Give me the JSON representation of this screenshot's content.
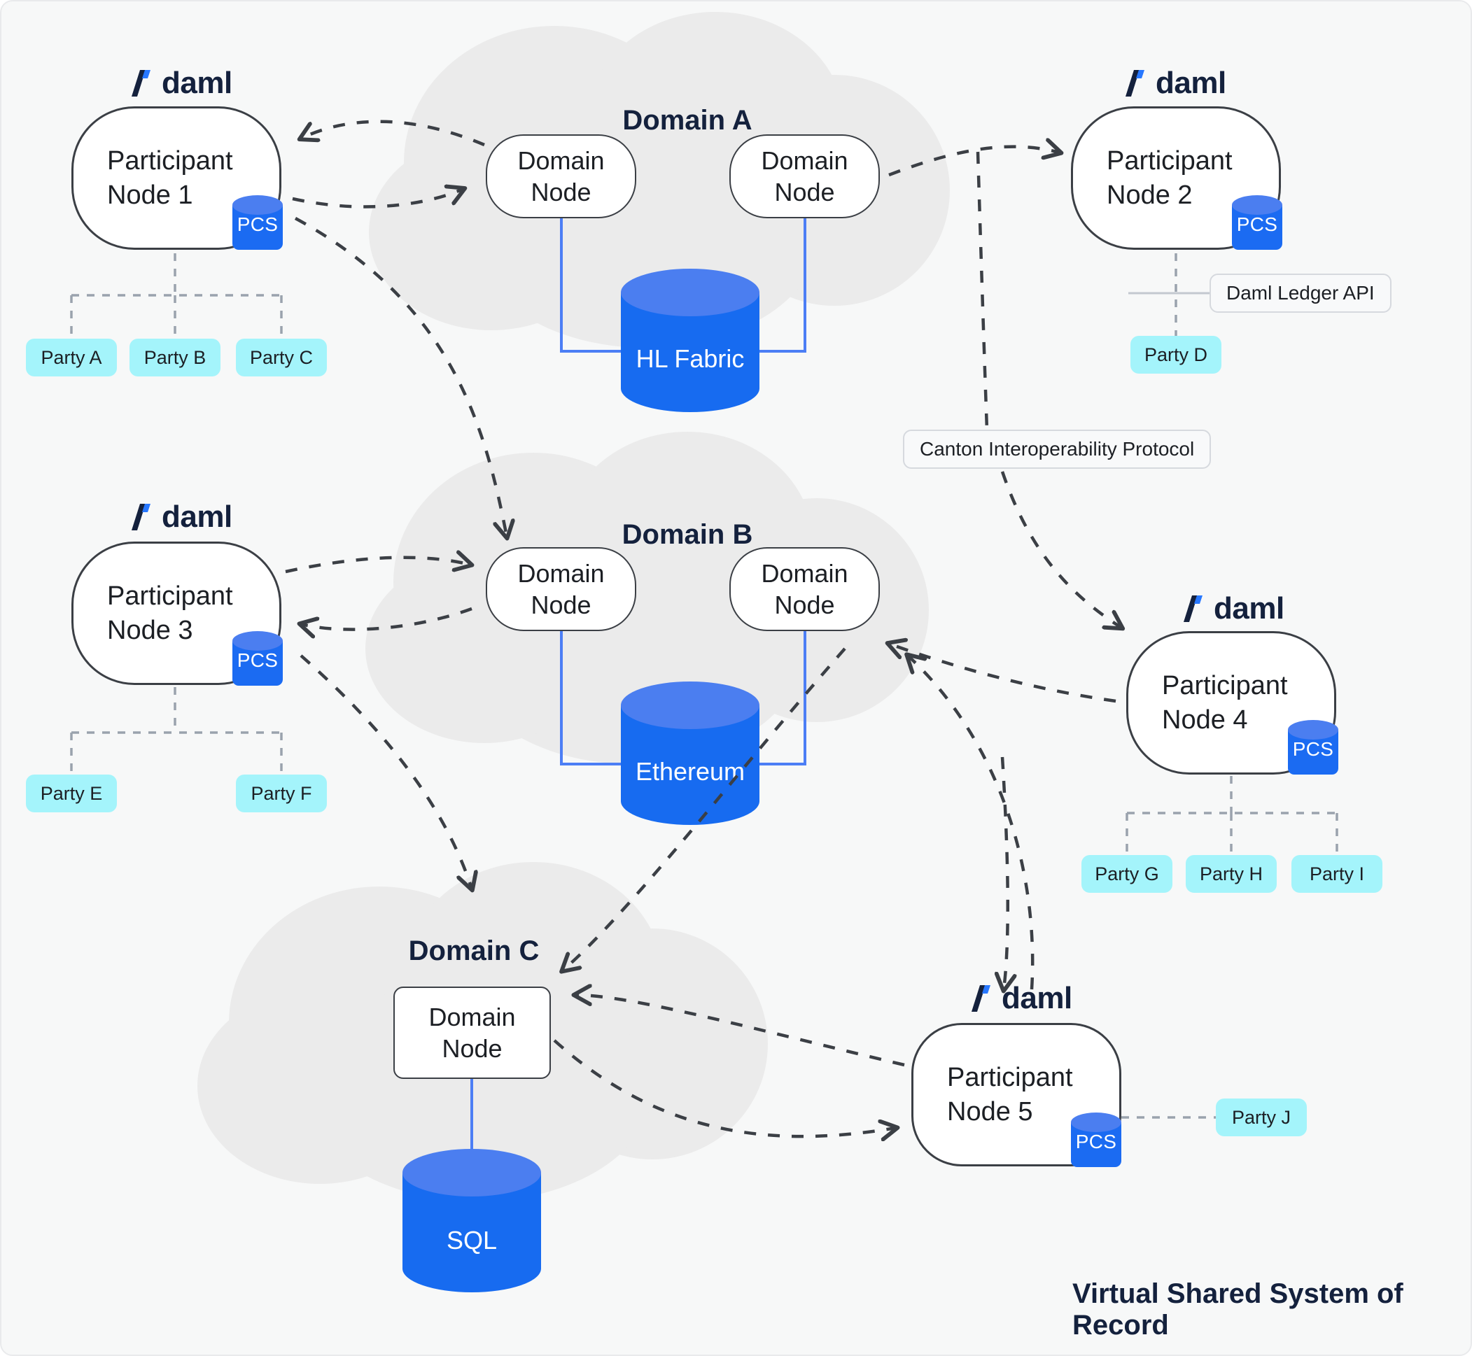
{
  "diagram": {
    "footer_title": "Virtual Shared System of Record",
    "brand_label": "daml",
    "pcs_label": "PCS"
  },
  "participants": [
    {
      "id": "pn1",
      "label_line1": "Participant",
      "label_line2": "Node 1",
      "brand": "daml",
      "storage": "PCS"
    },
    {
      "id": "pn2",
      "label_line1": "Participant",
      "label_line2": "Node 2",
      "brand": "daml",
      "storage": "PCS"
    },
    {
      "id": "pn3",
      "label_line1": "Participant",
      "label_line2": "Node 3",
      "brand": "daml",
      "storage": "PCS"
    },
    {
      "id": "pn4",
      "label_line1": "Participant",
      "label_line2": "Node 4",
      "brand": "daml",
      "storage": "PCS"
    },
    {
      "id": "pn5",
      "label_line1": "Participant",
      "label_line2": "Node 5",
      "brand": "daml",
      "storage": "PCS"
    }
  ],
  "domains": [
    {
      "id": "domain-a",
      "title": "Domain A",
      "ledger": "HL Fabric",
      "nodes": [
        {
          "label_line1": "Domain",
          "label_line2": "Node"
        },
        {
          "label_line1": "Domain",
          "label_line2": "Node"
        }
      ]
    },
    {
      "id": "domain-b",
      "title": "Domain B",
      "ledger": "Ethereum",
      "nodes": [
        {
          "label_line1": "Domain",
          "label_line2": "Node"
        },
        {
          "label_line1": "Domain",
          "label_line2": "Node"
        }
      ]
    },
    {
      "id": "domain-c",
      "title": "Domain C",
      "ledger": "SQL",
      "nodes": [
        {
          "label_line1": "Domain",
          "label_line2": "Node"
        }
      ]
    }
  ],
  "parties": [
    {
      "id": "party-a",
      "label": "Party A",
      "owner": "pn1"
    },
    {
      "id": "party-b",
      "label": "Party B",
      "owner": "pn1"
    },
    {
      "id": "party-c",
      "label": "Party C",
      "owner": "pn1"
    },
    {
      "id": "party-d",
      "label": "Party D",
      "owner": "pn2"
    },
    {
      "id": "party-e",
      "label": "Party E",
      "owner": "pn3"
    },
    {
      "id": "party-f",
      "label": "Party F",
      "owner": "pn3"
    },
    {
      "id": "party-g",
      "label": "Party G",
      "owner": "pn4"
    },
    {
      "id": "party-h",
      "label": "Party H",
      "owner": "pn4"
    },
    {
      "id": "party-i",
      "label": "Party I",
      "owner": "pn4"
    },
    {
      "id": "party-j",
      "label": "Party J",
      "owner": "pn5"
    }
  ],
  "callouts": [
    {
      "id": "daml-ledger-api",
      "label": "Daml Ledger API"
    },
    {
      "id": "canton-interop",
      "label": "Canton Interoperability Protocol"
    }
  ],
  "colors": {
    "canvas_background": "#f7f8f8",
    "cloud_fill": "#ebebeb",
    "node_border": "#3b3f45",
    "brand_navy": "#14213d",
    "brand_blue": "#1b6bf2",
    "cylinder_side": "#176bf0",
    "cylinder_cap": "#4b7ef0",
    "party_fill": "#a4f4fb",
    "connector_blue": "#4c7ef5",
    "dashed_gray": "#9aa2ad",
    "dashed_dark": "#3b3f45"
  }
}
